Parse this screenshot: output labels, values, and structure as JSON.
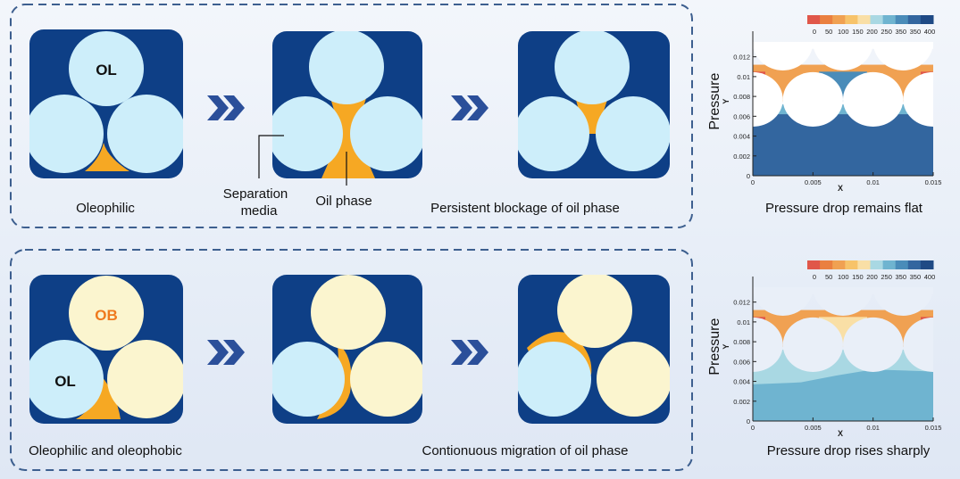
{
  "top_row": {
    "panel1_circle_label": "OL",
    "caption1": "Oleophilic",
    "annotation_media": [
      "Separation",
      "media"
    ],
    "annotation_oil": "Oil phase",
    "caption3": "Persistent blockage of oil phase",
    "plot_caption": "Pressure drop remains flat"
  },
  "bottom_row": {
    "panel1_top_label": "OB",
    "panel1_left_label": "OL",
    "caption1": "Oleophilic and oleophobic",
    "caption3": "Contionuous migration of oil phase",
    "plot_caption": "Pressure drop rises sharply"
  },
  "plot": {
    "ylabel_outer": "Pressure",
    "ylabel": "Y",
    "xlabel": "X",
    "x_ticks": [
      "0",
      "0.005",
      "0.01",
      "0.015"
    ],
    "y_ticks": [
      "0",
      "0.002",
      "0.004",
      "0.006",
      "0.008",
      "0.01",
      "0.012"
    ],
    "colorbar_labels": [
      "0",
      "50",
      "100",
      "150",
      "200",
      "250",
      "350",
      "350",
      "400"
    ],
    "colorbar_colors": [
      "#e0574a",
      "#ea8040",
      "#f0a152",
      "#f7c36a",
      "#f9dfa6",
      "#a9d8e3",
      "#6fb4d0",
      "#4a8cb9",
      "#33669f",
      "#1f4a85"
    ]
  },
  "colors": {
    "panel_bg": "#0e3f86",
    "oleophilic": "#cdeefa",
    "oleophobic": "#fbf5cf",
    "oil": "#f6a823",
    "ob_label": "#ef7a1e",
    "chevron": "#2b4f9a",
    "frame": "#3d5f8f"
  }
}
